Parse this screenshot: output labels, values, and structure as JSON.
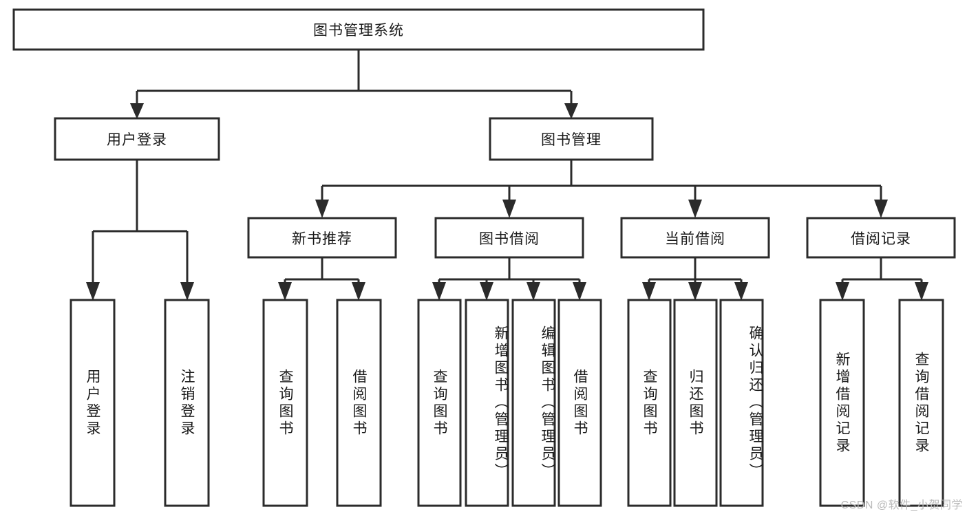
{
  "diagram": {
    "type": "tree",
    "title": "图书管理系统",
    "watermark": "CSDN @软件_小贺同学",
    "colors": {
      "box_stroke": "#2b2b2b",
      "box_fill": "#ffffff",
      "text": "#1a1a1a",
      "connector": "#2b2b2b",
      "watermark": "#b9b9b9",
      "background": "#ffffff"
    },
    "root": {
      "label": "图书管理系统"
    },
    "level1": [
      {
        "label": "用户登录"
      },
      {
        "label": "图书管理"
      }
    ],
    "level2": [
      {
        "label": "新书推荐"
      },
      {
        "label": "图书借阅"
      },
      {
        "label": "当前借阅"
      },
      {
        "label": "借阅记录"
      }
    ],
    "leaves": {
      "user_login": [
        {
          "label": "用户登录"
        },
        {
          "label": "注销登录"
        }
      ],
      "new_book_recommend": [
        {
          "label": "查询图书"
        },
        {
          "label": "借阅图书"
        }
      ],
      "book_borrow": [
        {
          "label": "查询图书"
        },
        {
          "label": "新增图书（管理员）"
        },
        {
          "label": "编辑图书（管理员）"
        },
        {
          "label": "借阅图书"
        }
      ],
      "current_borrow": [
        {
          "label": "查询图书"
        },
        {
          "label": "归还图书"
        },
        {
          "label": "确认归还（管理员）"
        }
      ],
      "borrow_record": [
        {
          "label": "新增借阅记录"
        },
        {
          "label": "查询借阅记录"
        }
      ]
    }
  }
}
